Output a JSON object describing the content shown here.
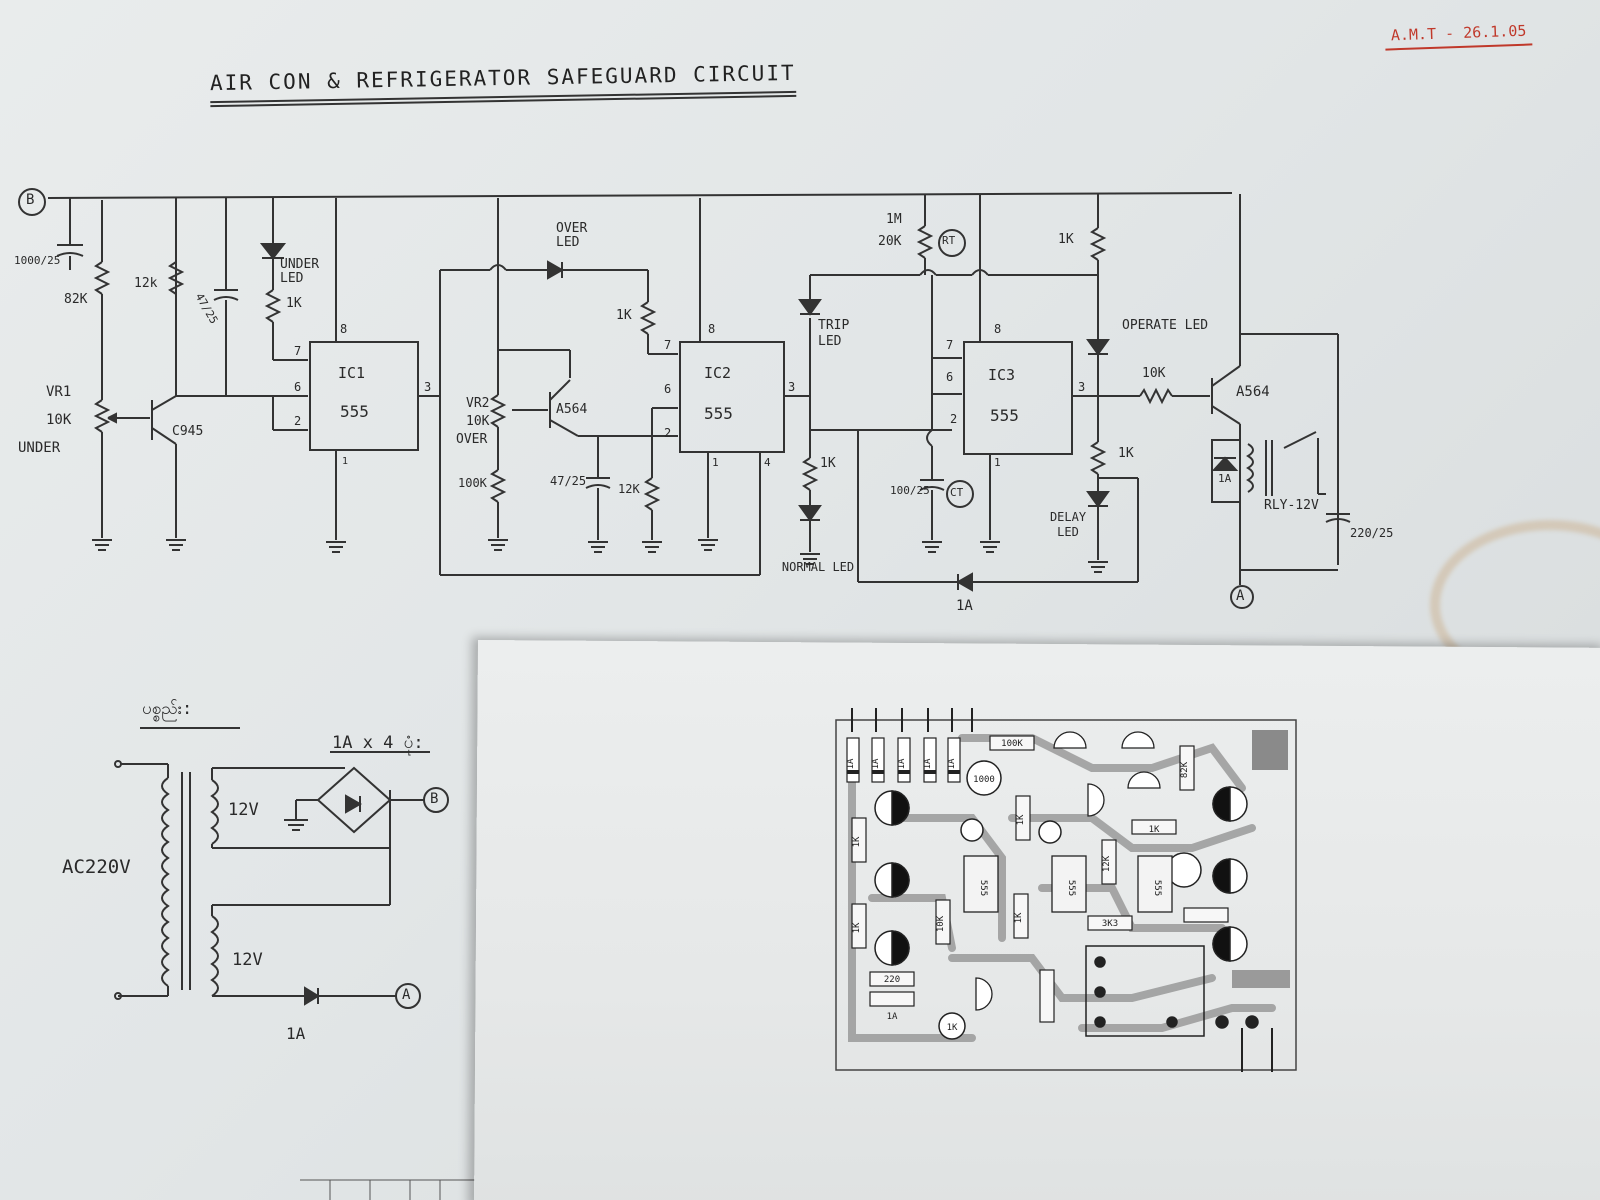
{
  "header": {
    "title": "AIR CON & REFRIGERATOR SAFEGUARD CIRCUIT",
    "date_note": "A.M.T - 26.1.05"
  },
  "nodes": {
    "b": "B",
    "a": "A"
  },
  "ics": [
    {
      "name": "IC1",
      "type": "555",
      "pins": [
        "8",
        "7",
        "6",
        "2",
        "3",
        "1"
      ]
    },
    {
      "name": "IC2",
      "type": "555",
      "pins": [
        "8",
        "7",
        "6",
        "2",
        "3",
        "1",
        "4"
      ]
    },
    {
      "name": "IC3",
      "type": "555",
      "pins": [
        "8",
        "7",
        "6",
        "2",
        "3",
        "1"
      ]
    }
  ],
  "components": {
    "c_in": "1000/25",
    "r_82k": "82K",
    "r_12k_a": "12k",
    "c_47_a": "47/25",
    "led_under": "UNDER LED",
    "r_1k_a": "1K",
    "vr1": [
      "VR1",
      "10K",
      "UNDER"
    ],
    "q1": "C945",
    "led_over": "OVER LED",
    "r_1k_b": "1K",
    "vr2": [
      "VR2",
      "10K",
      "OVER"
    ],
    "q2": "A564",
    "r_100k": "100K",
    "c_47_b": "47/25",
    "r_12k_b": "12K",
    "led_trip": "TRIP LED",
    "r_1k_c": "1K",
    "led_normal": "NORMAL LED",
    "rt": [
      "1M",
      "20K",
      "RT"
    ],
    "ct": [
      "100/25",
      "CT"
    ],
    "d_1a_a": "1A",
    "r_1k_d": "1K",
    "led_operate": "OPERATE LED",
    "r_10k": "10K",
    "r_1k_e": "1K",
    "led_delay": "DELAY LED",
    "q3": "A564",
    "d_1a_b": "1A",
    "relay": "RLY-12V",
    "c_220": "220/25"
  },
  "supply": {
    "heading": "ပစ္စည်း:",
    "bridge_label": "1A x 4 ပုံ:",
    "ac_in": "AC220V",
    "sec1": "12V",
    "sec2": "12V",
    "diode": "1A"
  },
  "pcb": {
    "top_parts": [
      "1A",
      "1A",
      "1A",
      "1A",
      "1A"
    ],
    "parts": [
      "100K",
      "1000",
      "82K",
      "1K",
      "1K",
      "1K",
      "12K",
      "555",
      "555",
      "555",
      "10K",
      "1K",
      "1K",
      "3K3",
      "1A",
      "220",
      "1K"
    ]
  }
}
